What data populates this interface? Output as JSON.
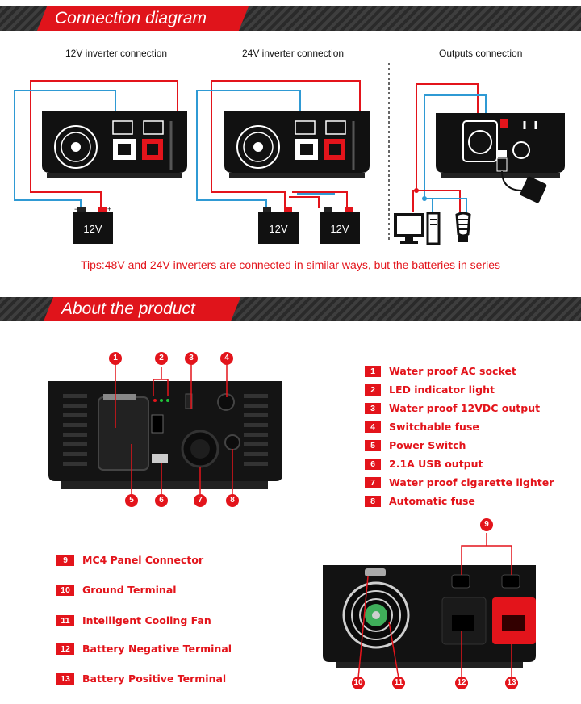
{
  "sections": {
    "connection_title": "Connection diagram",
    "about_title": "About the product"
  },
  "columns": {
    "c12": "12V inverter connection",
    "c24": "24V inverter connection",
    "outputs": "Outputs connection"
  },
  "battery_label": "12V",
  "tips": "Tips:48V and 24V inverters are connected in similar ways, but the batteries in series",
  "front_legend": [
    {
      "n": "1",
      "label": "Water proof AC socket"
    },
    {
      "n": "2",
      "label": "LED indicator light"
    },
    {
      "n": "3",
      "label": "Water proof 12VDC output"
    },
    {
      "n": "4",
      "label": "Switchable fuse"
    },
    {
      "n": "5",
      "label": "Power Switch"
    },
    {
      "n": "6",
      "label": "2.1A USB output"
    },
    {
      "n": "7",
      "label": "Water proof cigarette lighter"
    },
    {
      "n": "8",
      "label": "Automatic fuse"
    }
  ],
  "back_legend": [
    {
      "n": "9",
      "label": "MC4 Panel Connector"
    },
    {
      "n": "10",
      "label": "Ground Terminal"
    },
    {
      "n": "11",
      "label": "Intelligent Cooling Fan"
    },
    {
      "n": "12",
      "label": "Battery Negative Terminal"
    },
    {
      "n": "13",
      "label": "Battery Positive Terminal"
    }
  ],
  "callouts": [
    "1",
    "2",
    "3",
    "4",
    "5",
    "6",
    "7",
    "8",
    "9",
    "10",
    "11",
    "12",
    "13"
  ],
  "colors": {
    "accent": "#e3141b",
    "wire_blue": "#2f9ad4",
    "wire_red": "#e3141b",
    "device": "#111111"
  }
}
